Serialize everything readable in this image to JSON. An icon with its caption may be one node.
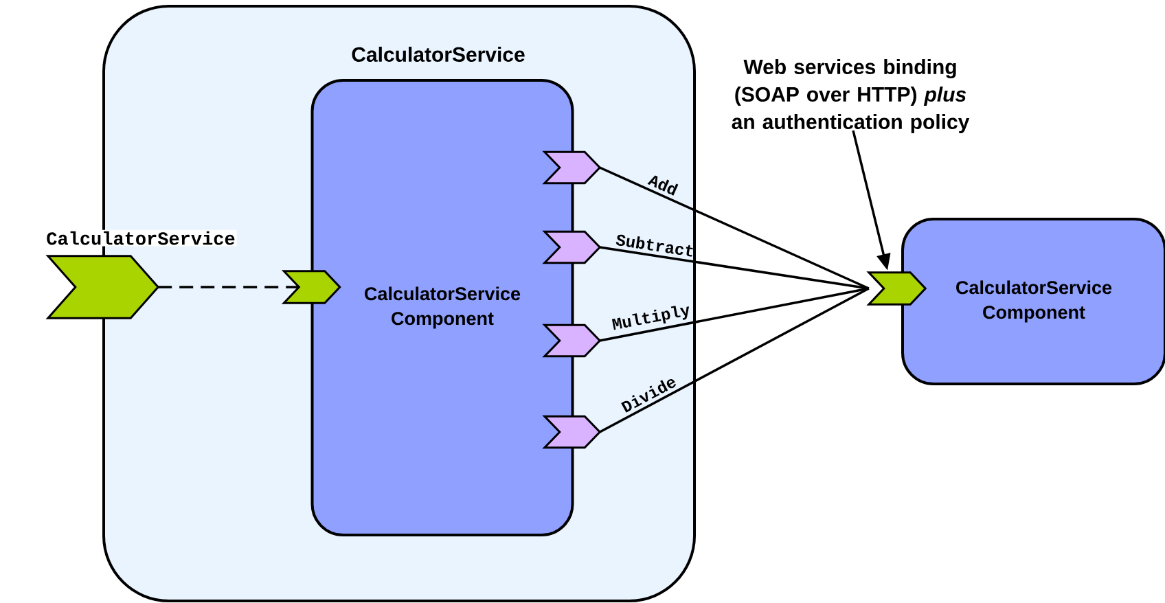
{
  "diagram": {
    "nodes": [
      {
        "text": [
          "CalculatorService"
        ]
      },
      {
        "text": [
          "CalculatorService Component"
        ],
        "in": 0
      },
      {
        "text": [],
        "shape": "chevron",
        "beside": [
          "CalculatorService"
        ]
      },
      {
        "text": [],
        "shape": "chevron",
        "in": 0
      },
      {
        "text": [],
        "shape": "chevron",
        "in": 0
      },
      {
        "text": [],
        "shape": "chevron",
        "in": 0
      },
      {
        "text": [],
        "shape": "chevron",
        "in": 0
      },
      {
        "text": [],
        "shape": "chevron",
        "in": 0
      },
      {
        "text": [
          "CalculatorService Component"
        ]
      },
      {
        "text": [],
        "shape": "chevron"
      },
      {
        "text": [
          "Web services binding (SOAP over HTTP) *plus* an authentication policy"
        ]
      }
    ],
    "edges": [
      {
        "from": 2,
        "to": 3,
        "arrow": "none",
        "style": "dashed"
      },
      {
        "from": 4,
        "to": 9,
        "arrow": "none",
        "label": "Add"
      },
      {
        "from": 5,
        "to": 9,
        "arrow": "none",
        "label": "Subtract"
      },
      {
        "from": 6,
        "to": 9,
        "arrow": "none",
        "label": "Multiply"
      },
      {
        "from": 7,
        "to": 9,
        "arrow": "none",
        "label": "Divide"
      },
      {
        "from": 10,
        "to": 9,
        "arrow": "to"
      }
    ]
  }
}
